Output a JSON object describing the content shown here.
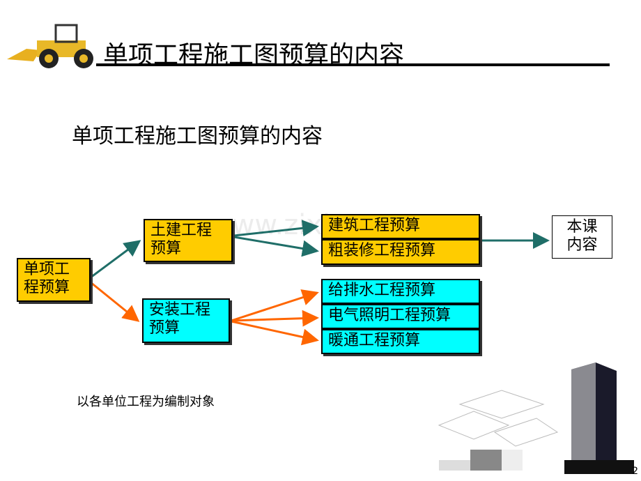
{
  "header": {
    "title": "单项工程施工图预算的内容"
  },
  "subtitle": "单项工程施工图预算的内容",
  "diagram": {
    "root": "单项工程预算",
    "civil": "土建工程预算",
    "install": "安装工程预算",
    "civil_children": [
      "建筑工程预算",
      "粗装修工程预算"
    ],
    "install_children": [
      "给排水工程预算",
      "电气照明工程预算",
      "暖通工程预算"
    ],
    "target": "本课内容"
  },
  "note": "以各单位工程为编制对象",
  "watermark": "www.zixin.com.cn",
  "page_number": "2",
  "colors": {
    "yellow": "#FFCC00",
    "cyan": "#00FFFF",
    "teal_arrow": "#1F6E68",
    "orange_arrow": "#FF6600"
  }
}
